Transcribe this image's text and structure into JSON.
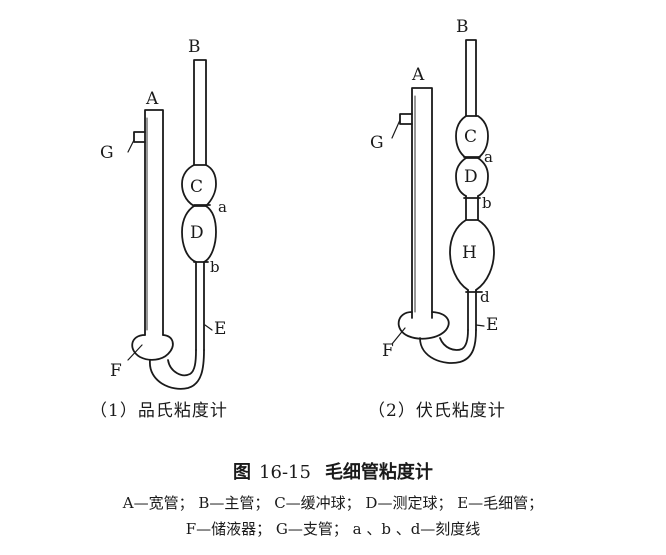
{
  "diagram": {
    "left": {
      "labels": {
        "A": "A",
        "B": "B",
        "C": "C",
        "D": "D",
        "E": "E",
        "F": "F",
        "G": "G",
        "a": "a",
        "b": "b"
      },
      "caption": "（1）品氏粘度计"
    },
    "right": {
      "labels": {
        "A": "A",
        "B": "B",
        "C": "C",
        "D": "D",
        "E": "E",
        "F": "F",
        "G": "G",
        "H": "H",
        "a": "a",
        "b": "b",
        "d": "d"
      },
      "caption": "（2）伏氏粘度计"
    }
  },
  "figure": {
    "prefix": "图",
    "number": "16-15",
    "title": "毛细管粘度计"
  },
  "legend": {
    "line1": "A—宽管； B—主管； C—缓冲球； D—测定球； E—毛细管；",
    "line2": "F—储液器； G—支管； a 、b 、d—刻度线"
  }
}
